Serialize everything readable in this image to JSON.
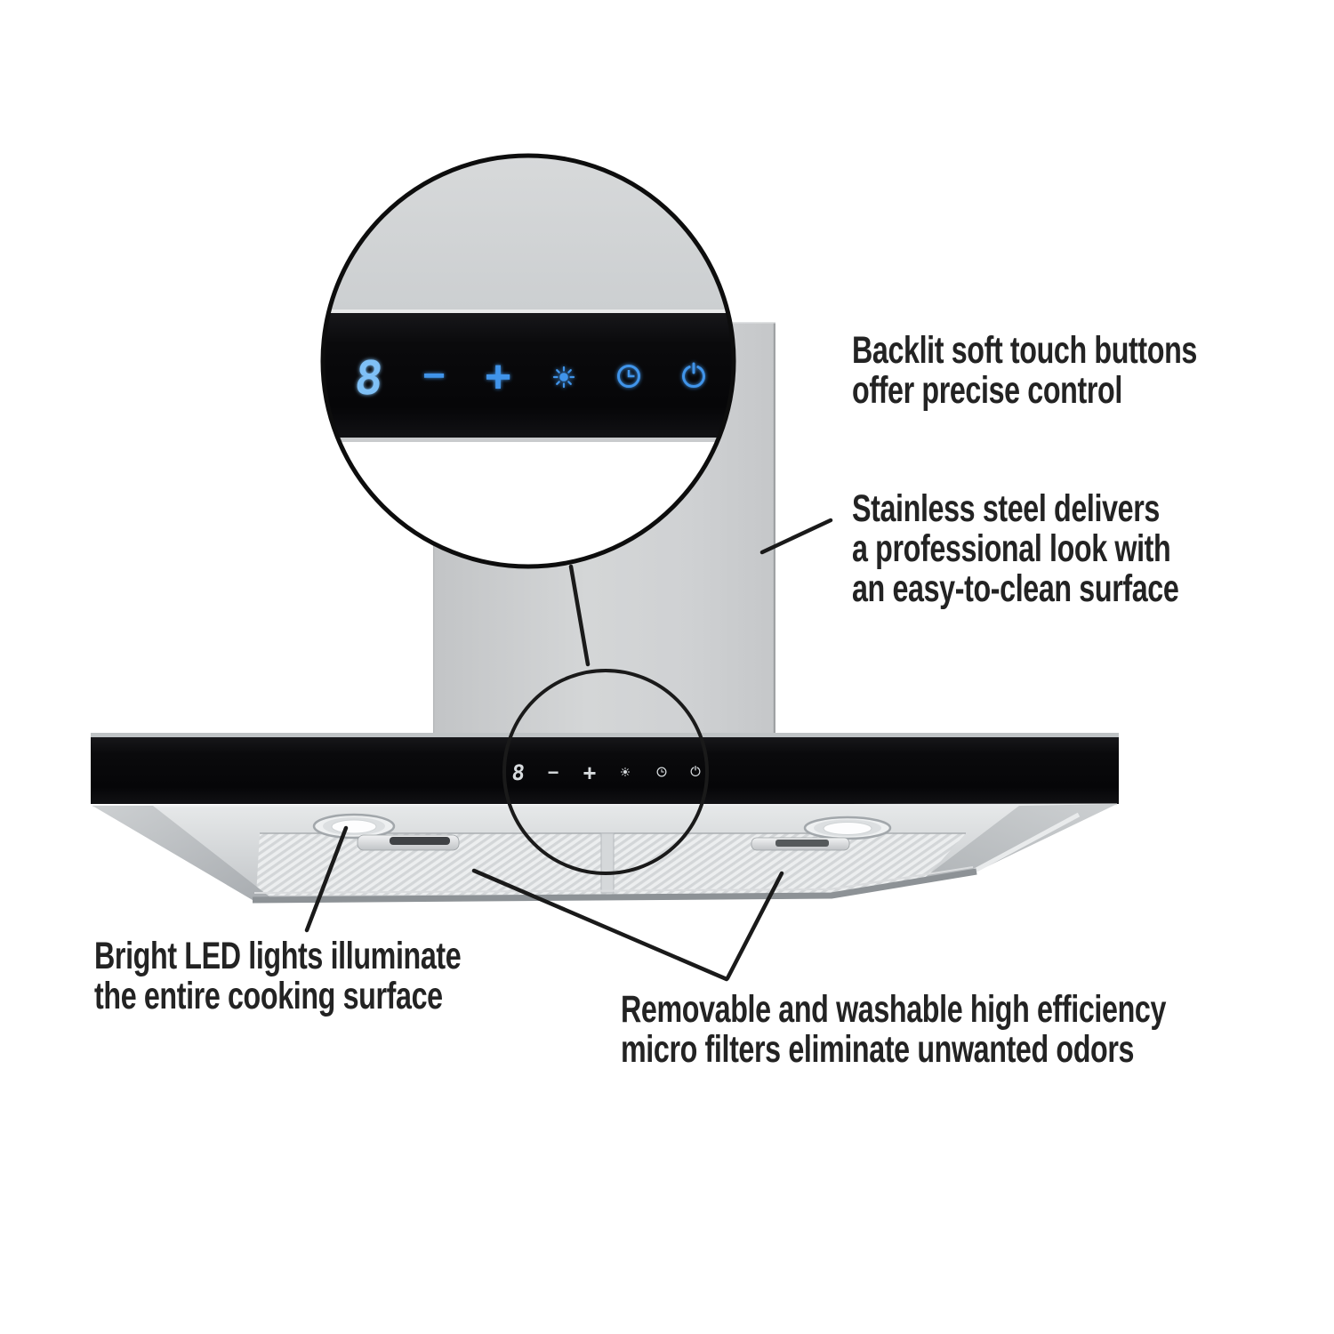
{
  "callouts": {
    "backlit": {
      "line1": "Backlit soft touch buttons",
      "line2": "offer precise control"
    },
    "stainless": {
      "line1": "Stainless steel delivers",
      "line2": "a professional look with",
      "line3": "an easy-to-clean surface"
    },
    "led": {
      "line1": "Bright LED lights illuminate",
      "line2": "the entire cooking surface"
    },
    "filters": {
      "line1": "Removable and washable high efficiency",
      "line2": "micro filters eliminate unwanted odors"
    }
  },
  "control_panel": {
    "display_value": "8",
    "minus_label": "−",
    "plus_label": "+",
    "buttons": [
      {
        "name": "fan-speed-display",
        "glyph": "8"
      },
      {
        "name": "decrease-speed",
        "glyph": "−"
      },
      {
        "name": "increase-speed",
        "glyph": "+"
      },
      {
        "name": "light",
        "icon": "light-icon"
      },
      {
        "name": "timer",
        "icon": "timer-icon"
      },
      {
        "name": "power",
        "icon": "power-icon"
      }
    ]
  },
  "colors": {
    "accent_blue": "#3f94ea",
    "display_blue": "#7fc0f6",
    "unlit_gray": "#d7dbde",
    "text": "#232323",
    "line": "#1a1a1a",
    "glass_black": "#0a0a0c",
    "steel_gray": "#cfd1d3"
  }
}
